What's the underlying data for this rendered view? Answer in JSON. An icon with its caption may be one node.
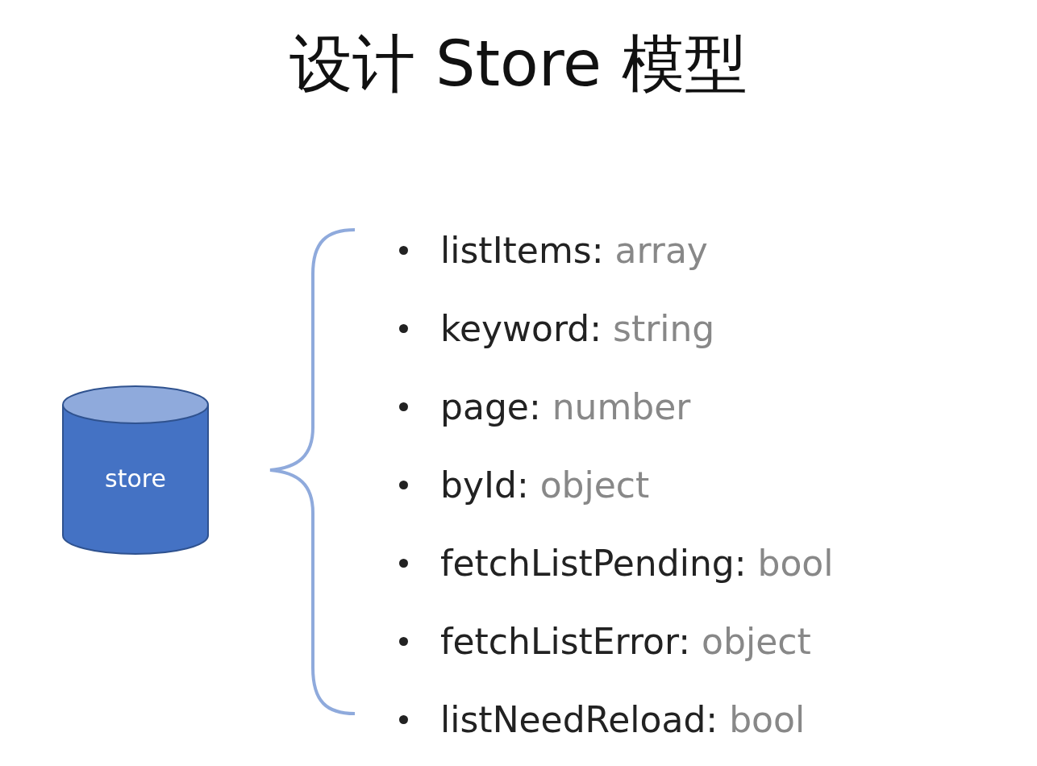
{
  "diagram": {
    "title": "设计 Store 模型",
    "nodes": [
      {
        "text": [
          "store"
        ]
      }
    ],
    "labels": [
      "listItems: array",
      "keyword: string",
      "page: number",
      "byId: object",
      "fetchListPending: bool",
      "fetchListError: object",
      "listNeedReload: bool"
    ]
  }
}
